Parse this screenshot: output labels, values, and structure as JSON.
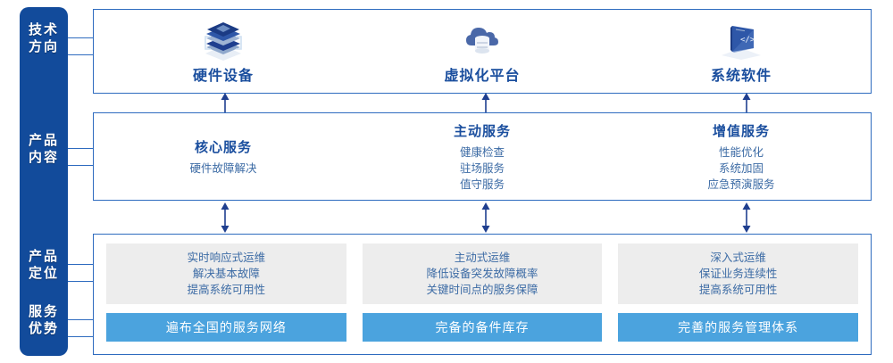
{
  "rail": {
    "labels": [
      {
        "name": "tech-direction",
        "line1": "技术",
        "line2": "方向"
      },
      {
        "name": "product-content",
        "line1": "产品",
        "line2": "内容"
      },
      {
        "name": "product-position",
        "line1": "产品",
        "line2": "定位"
      },
      {
        "name": "service-advantage",
        "line1": "服务",
        "line2": "优势"
      }
    ],
    "color": "#124B9B"
  },
  "tech": {
    "columns": [
      {
        "icon": "server-stack-icon",
        "title": "硬件设备"
      },
      {
        "icon": "cloud-database-icon",
        "title": "虚拟化平台"
      },
      {
        "icon": "laptop-code-icon",
        "title": "系统软件"
      }
    ]
  },
  "content": {
    "columns": [
      {
        "title": "核心服务",
        "items": [
          "硬件故障解决"
        ]
      },
      {
        "title": "主动服务",
        "items": [
          "健康检查",
          "驻场服务",
          "值守服务"
        ]
      },
      {
        "title": "增值服务",
        "items": [
          "性能优化",
          "系统加固",
          "应急预演服务"
        ]
      }
    ]
  },
  "bottom": {
    "cards": [
      {
        "lines": [
          "实时响应式运维",
          "解决基本故障",
          "提高系统可用性"
        ],
        "bar": "遍布全国的服务网络"
      },
      {
        "lines": [
          "主动式运维",
          "降低设备突发故障概率",
          "关键时间点的服务保障"
        ],
        "bar": "完备的备件库存"
      },
      {
        "lines": [
          "深入式运维",
          "保证业务连续性",
          "提高系统可用性"
        ],
        "bar": "完善的服务管理体系"
      }
    ],
    "card_bg": "#EDEDED",
    "bar_bg": "#4BA3DE"
  },
  "colors": {
    "border_blue": "#2E6BBF",
    "title_blue": "#1A4E9E",
    "text_blue": "#3C6BA5",
    "arrow_blue": "#1F3F8F"
  }
}
